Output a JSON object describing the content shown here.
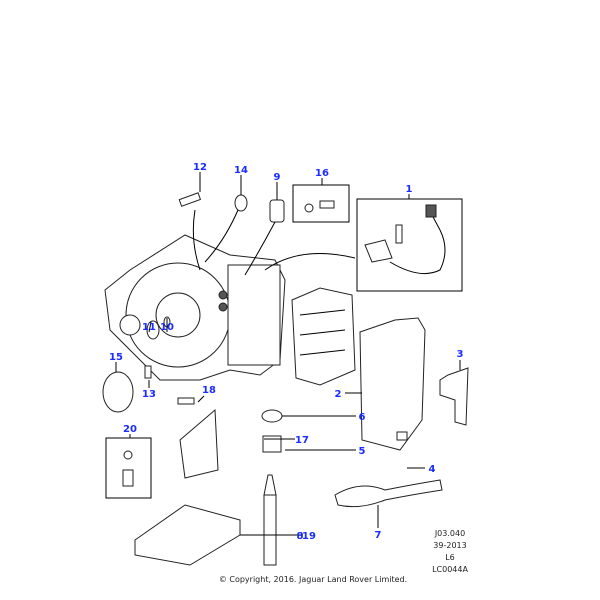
{
  "callouts": [
    "1",
    "2",
    "3",
    "4",
    "5",
    "6",
    "7",
    "8",
    "9",
    "10",
    "11",
    "12",
    "13",
    "14",
    "15",
    "16",
    "17",
    "18",
    "19",
    "20"
  ],
  "reference": {
    "code": "J03.040",
    "date": "39-2013",
    "model": "L6",
    "illustration": "LC0044A"
  },
  "copyright": "© Copyright, 2016. Jaguar Land Rover Limited.",
  "colors": {
    "callout": "#1a2cff",
    "line": "#000000"
  }
}
